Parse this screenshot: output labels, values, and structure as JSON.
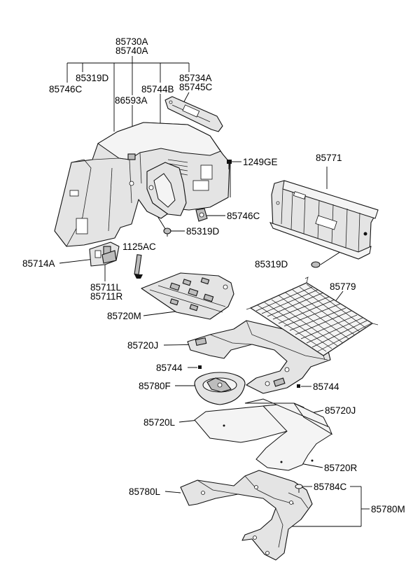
{
  "labels": {
    "p85730A": "85730A",
    "p85740A": "85740A",
    "p85319D_top": "85319D",
    "p85746C_top": "85746C",
    "p85734A": "85734A",
    "p85745C": "85745C",
    "p85744B": "85744B",
    "p86593A": "86593A",
    "p1249GE": "1249GE",
    "p85771": "85771",
    "p85746C_mid": "85746C",
    "p85319D_mid": "85319D",
    "p1125AC": "1125AC",
    "p85714A": "85714A",
    "p85319D_right": "85319D",
    "p85711L": "85711L",
    "p85711R": "85711R",
    "p85779": "85779",
    "p85720M": "85720M",
    "p85720J_left": "85720J",
    "p85744_left": "85744",
    "p85744_right": "85744",
    "p85780F": "85780F",
    "p85720J_right": "85720J",
    "p85720L": "85720L",
    "p85720R": "85720R",
    "p85784C": "85784C",
    "p85780L": "85780L",
    "p85780M": "85780M"
  }
}
